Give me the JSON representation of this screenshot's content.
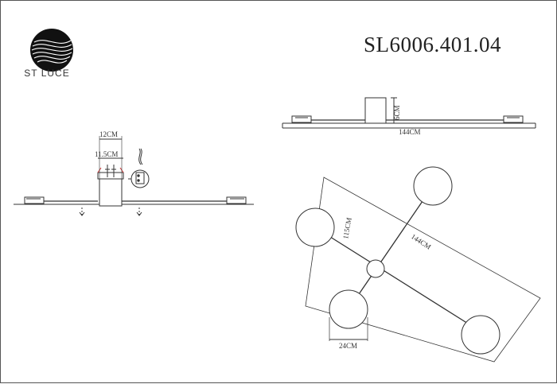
{
  "brand": {
    "name": "ST LUCE"
  },
  "model_number": "SL6006.401.04",
  "dimensions": {
    "side_width": "12CM",
    "side_inner_width": "11.5CM",
    "canopy_height": "6CM",
    "front_length": "144CM",
    "diagonal_width": "115CM",
    "diagonal_length": "144CM",
    "shade_diameter": "24CM"
  }
}
